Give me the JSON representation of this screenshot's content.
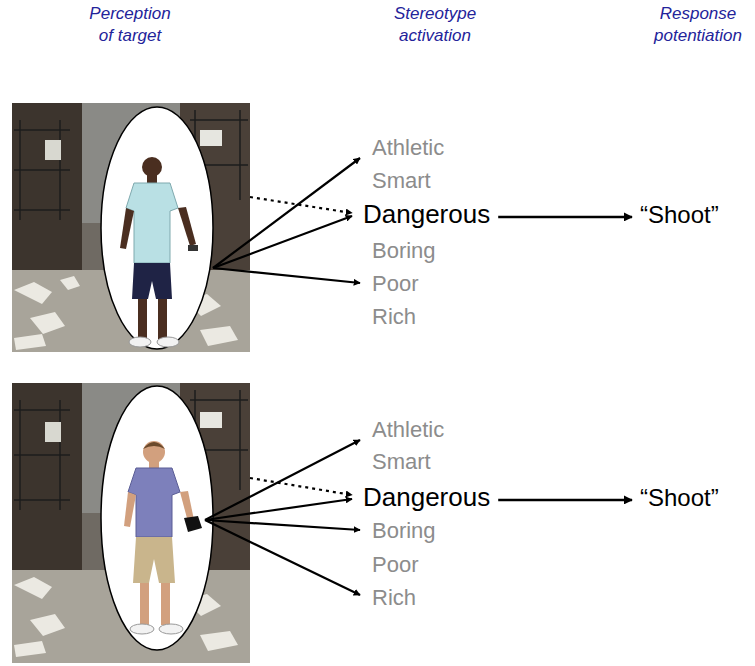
{
  "diagram": {
    "nodes": [
      {
        "text": [
          "Athletic"
        ]
      },
      {
        "text": [
          "Smart"
        ]
      },
      {
        "text": [
          "Dangerous"
        ]
      },
      {
        "text": [
          "Boring"
        ]
      },
      {
        "text": [
          "Poor"
        ]
      },
      {
        "text": [
          "Rich"
        ]
      },
      {
        "text": [
          "“Shoot”"
        ]
      },
      {
        "text": [
          "Athletic"
        ]
      },
      {
        "text": [
          "Smart"
        ]
      },
      {
        "text": [
          "Dangerous"
        ]
      },
      {
        "text": [
          "Boring"
        ]
      },
      {
        "text": [
          "Poor"
        ]
      },
      {
        "text": [
          "Rich"
        ]
      },
      {
        "text": [
          "“Shoot”"
        ]
      }
    ],
    "edges": [
      {
        "from": 2,
        "to": 6,
        "arrow": "to"
      },
      {
        "from": 9,
        "to": 13,
        "arrow": "to"
      }
    ],
    "labels": [
      "Perception of target",
      "Stereotype activation",
      "Response potentiation"
    ]
  }
}
